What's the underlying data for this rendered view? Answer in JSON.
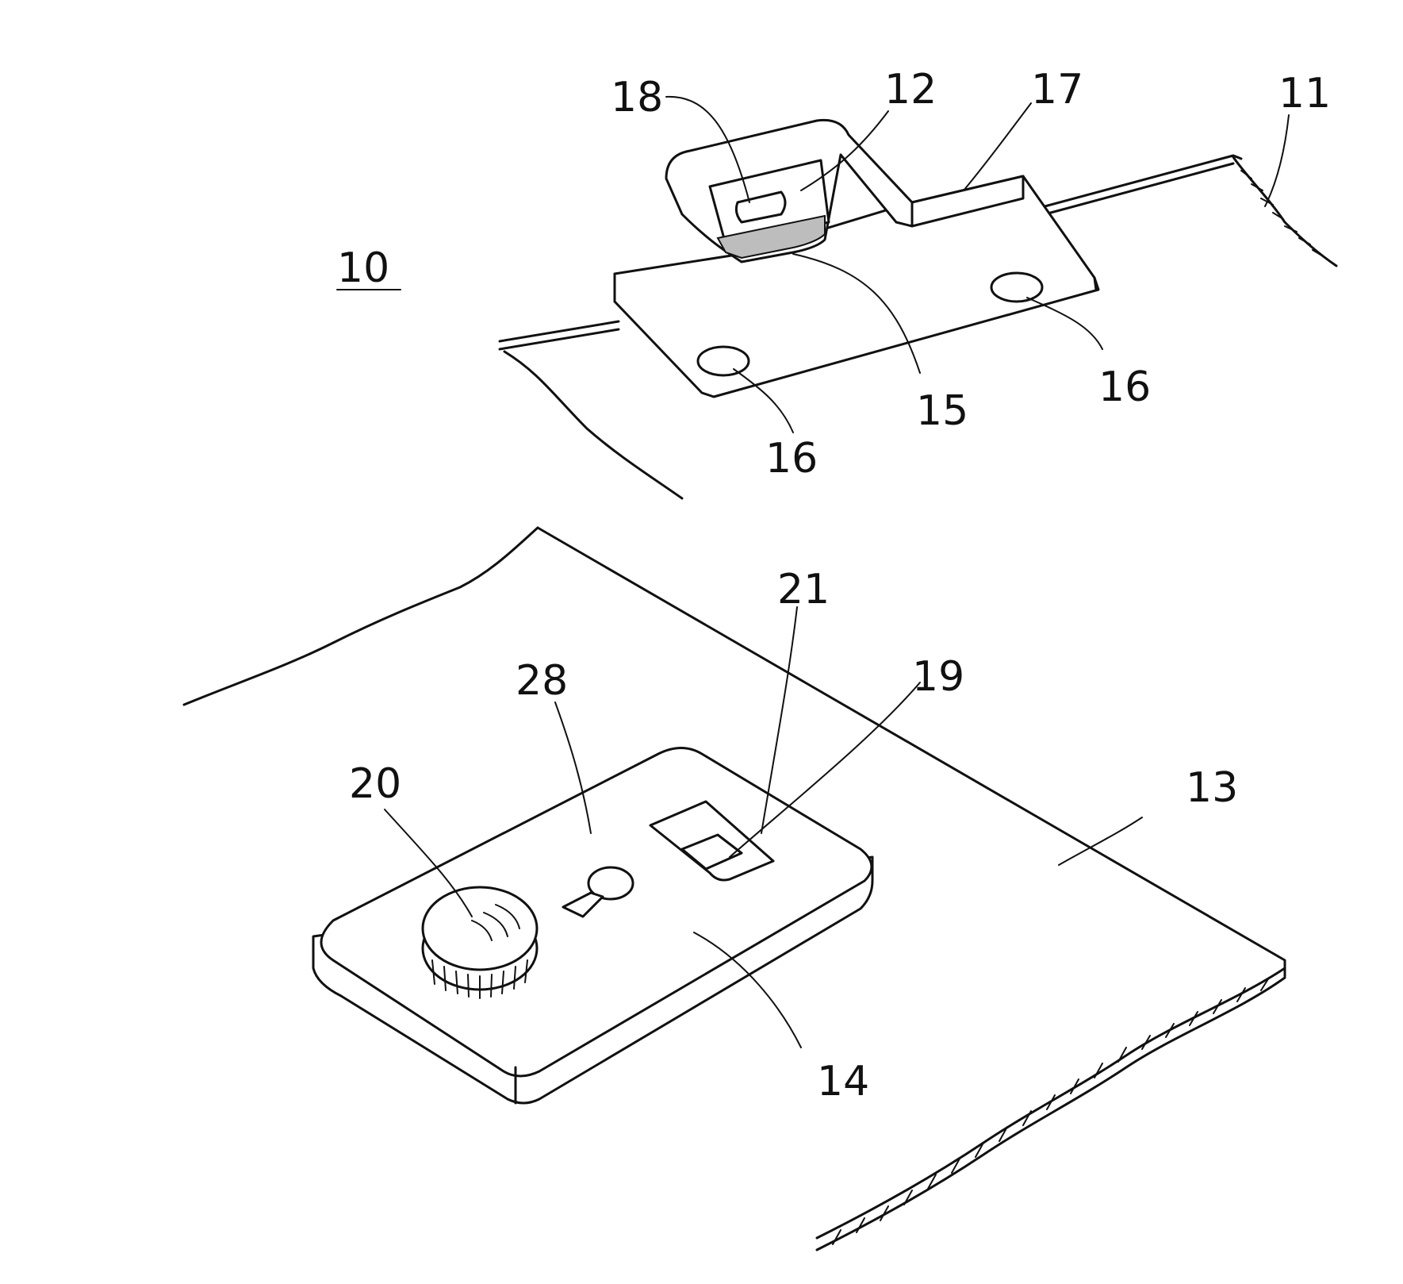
{
  "labels": {
    "l10": "10",
    "l11": "11",
    "l12": "12",
    "l13": "13",
    "l14": "14",
    "l15": "15",
    "l16a": "16",
    "l16b": "16",
    "l17": "17",
    "l18": "18",
    "l19": "19",
    "l20": "20",
    "l21": "21",
    "l28": "28"
  }
}
